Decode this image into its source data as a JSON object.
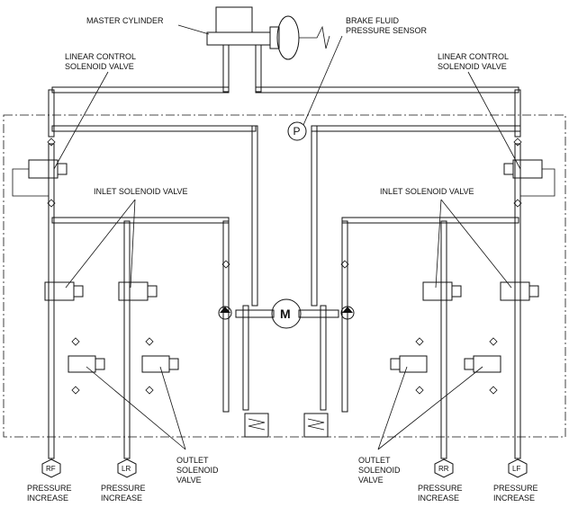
{
  "labels": {
    "master_cylinder": "MASTER CYLINDER",
    "brake_sensor_1": "BRAKE FLUID",
    "brake_sensor_2": "PRESSURE SENSOR",
    "linear_left_1": "LINEAR CONTROL",
    "linear_left_2": "SOLENOID VALVE",
    "linear_right_1": "LINEAR CONTROL",
    "linear_right_2": "SOLENOID VALVE",
    "inlet_left": "INLET SOLENOID VALVE",
    "inlet_right": "INLET SOLENOID VALVE",
    "outlet_left_1": "OUTLET",
    "outlet_left_2": "SOLENOID",
    "outlet_left_3": "VALVE",
    "outlet_right_1": "OUTLET",
    "outlet_right_2": "SOLENOID",
    "outlet_right_3": "VALVE",
    "sensor_symbol": "P",
    "motor_symbol": "M"
  },
  "wheels": [
    {
      "code": "RF",
      "line1": "PRESSURE",
      "line2": "INCREASE"
    },
    {
      "code": "LR",
      "line1": "PRESSURE",
      "line2": "INCREASE"
    },
    {
      "code": "RR",
      "line1": "PRESSURE",
      "line2": "INCREASE"
    },
    {
      "code": "LF",
      "line1": "PRESSURE",
      "line2": "INCREASE"
    }
  ],
  "icons": {
    "pressure_sensor": "circle-p-icon",
    "motor": "circle-m-icon",
    "solenoid_valve": "solenoid-valve-icon",
    "check_valve": "diamond-check-icon",
    "wheel_cylinder": "hexagon-wheel-icon"
  }
}
